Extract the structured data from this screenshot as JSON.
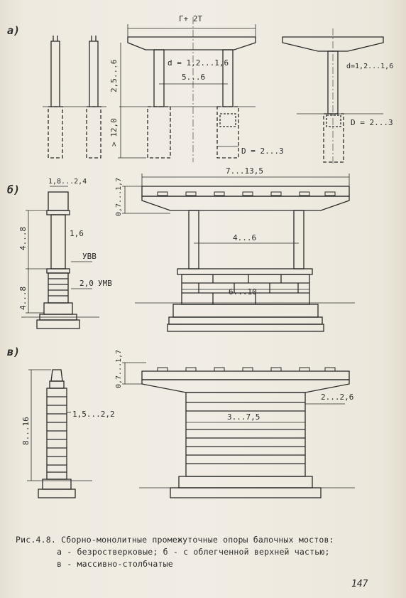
{
  "labels": {
    "section_a": "а)",
    "section_b": "б)",
    "section_c": "в)"
  },
  "dimensions": {
    "a_top_width": "Г+ 2Т",
    "a_column_d": "d = 1,2...1,6",
    "a_column_gap": "5...6",
    "a_height_above": "2,5...6",
    "a_depth_below": "> 12,0",
    "a_pile_D": "D = 2...3",
    "a_right_d": "d=1,2...1,6",
    "a_right_D": "D = 2...3",
    "b_column_width": "1,8...2,4",
    "b_column_d": "1,6",
    "b_h_upper": "4...8",
    "b_h_lower": "4...8",
    "b_uvv": "УВВ",
    "b_umv": "УМВ",
    "b_gap": "2,0",
    "b_top_width": "7...13,5",
    "b_cap_height": "0,7...1,7",
    "b_column_gap": "4...6",
    "b_base_width": "6...10",
    "c_col_width": "1,5...2,2",
    "c_height": "8...16",
    "c_cap_height": "0,7...1,7",
    "c_body_width": "3...7,5",
    "c_offset": "2...2,6"
  },
  "caption": {
    "line1": "Рис.4.8. Сборно-монолитные промежуточные опоры балочных мостов:",
    "line2": "а - безростверковые; б - с облегченной верхней частью;",
    "line3": "в - массивно-столбчатые"
  },
  "page_number": "147"
}
